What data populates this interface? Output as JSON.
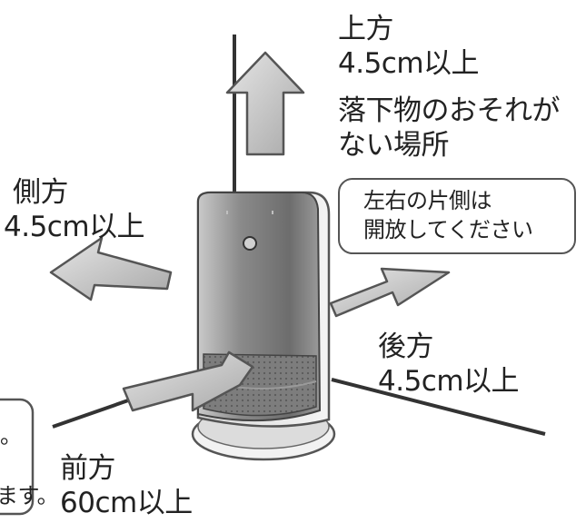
{
  "labels": {
    "top": {
      "direction": "上方",
      "distance": "4.5cm以上",
      "note_line1": "落下物のおそれが",
      "note_line2": "ない場所"
    },
    "side": {
      "direction": "側方",
      "distance": "4.5cm以上"
    },
    "rear": {
      "direction": "後方",
      "distance": "4.5cm以上"
    },
    "front": {
      "direction": "前方",
      "distance": "60cm以上"
    }
  },
  "callouts": {
    "right": {
      "line1": "左右の片側は",
      "line2": "開放してください"
    },
    "left": {
      "line1": "。",
      "line2": "ます。"
    }
  },
  "colors": {
    "line": "#333333",
    "arrow_fill": "#c8c8c8",
    "arrow_stroke": "#555555",
    "heater_body": "#8f8f8f",
    "heater_base": "#eeeeee"
  }
}
